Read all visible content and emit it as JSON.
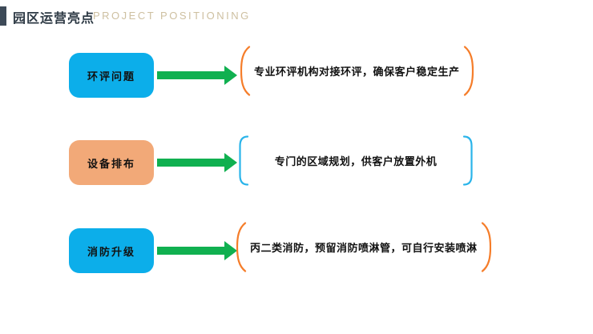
{
  "slide": {
    "header": {
      "title": "园区运营亮点",
      "subtitle": "PROJECT POSITIONING"
    },
    "rows": [
      {
        "label": "环评问题",
        "text": "专业环评机构对接环评，确保客户稳定生产",
        "box_color": "#0caeea",
        "bracket_color": "#f57d2a"
      },
      {
        "label": "设备排布",
        "text": "专门的区域规划，供客户放置外机",
        "box_color": "#f2a978",
        "bracket_color": "#2ab4ea"
      },
      {
        "label": "消防升级",
        "text": "丙二类消防，预留消防喷淋管，可自行安装喷淋",
        "box_color": "#0caeea",
        "bracket_color": "#f57d2a"
      }
    ],
    "colors": {
      "arrow": "#10b050",
      "header_bar": "#3d4a58",
      "title_text": "#2d3944",
      "subtitle_text": "#cec0a1",
      "box_blue": "#0caeea",
      "box_orange": "#f2a978",
      "bracket_orange": "#f57d2a",
      "bracket_blue": "#2ab4ea"
    }
  }
}
